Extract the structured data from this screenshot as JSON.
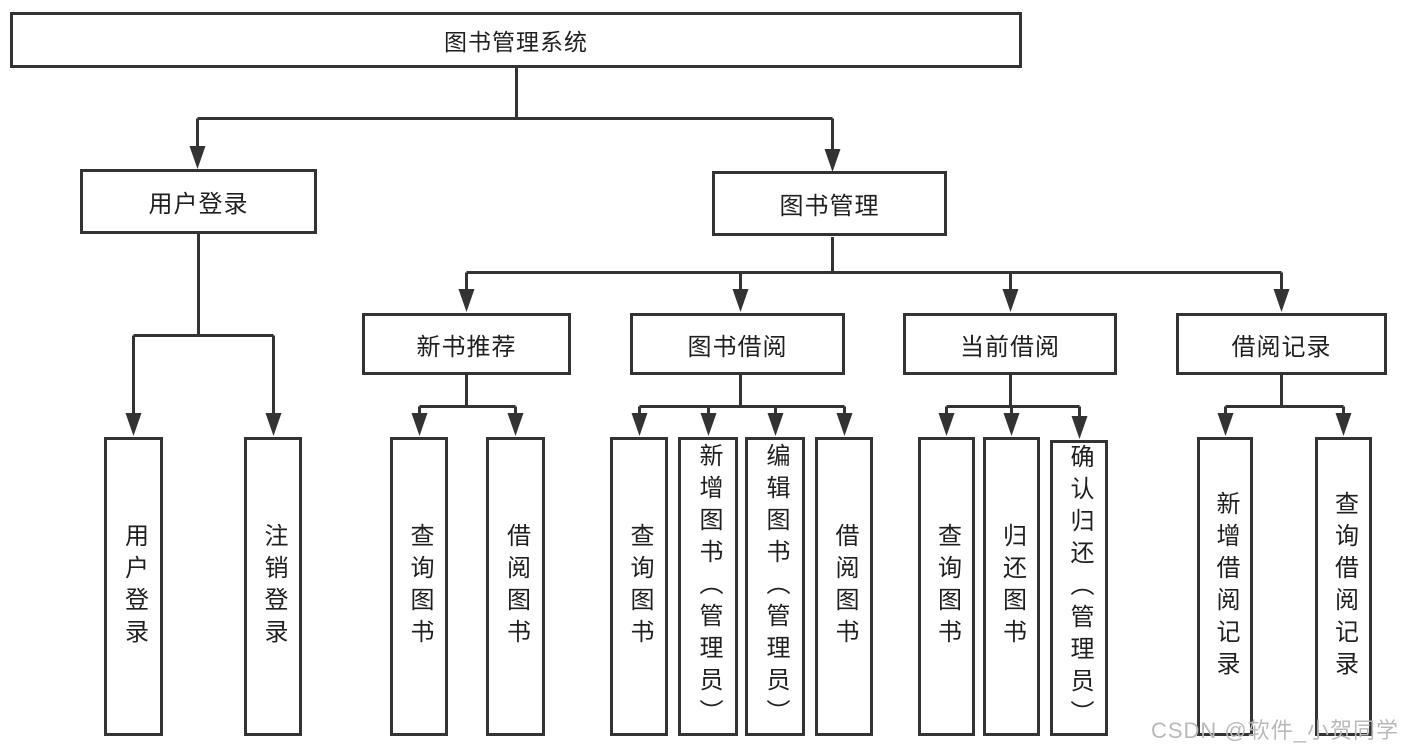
{
  "diagram": {
    "root_label": "图书管理系统",
    "level2": [
      {
        "label": "用户登录",
        "children": [
          {
            "label": "用户登录"
          },
          {
            "label": "注销登录"
          }
        ]
      },
      {
        "label": "图书管理",
        "children": [
          {
            "label": "新书推荐",
            "children": [
              {
                "label": "查询图书"
              },
              {
                "label": "借阅图书"
              }
            ]
          },
          {
            "label": "图书借阅",
            "children": [
              {
                "label": "查询图书"
              },
              {
                "label": "新增图书（管理员）"
              },
              {
                "label": "编辑图书（管理员）"
              },
              {
                "label": "借阅图书"
              }
            ]
          },
          {
            "label": "当前借阅",
            "children": [
              {
                "label": "查询图书"
              },
              {
                "label": "归还图书"
              },
              {
                "label": "确认归还（管理员）"
              }
            ]
          },
          {
            "label": "借阅记录",
            "children": [
              {
                "label": "新增借阅记录"
              },
              {
                "label": "查询借阅记录"
              }
            ]
          }
        ]
      }
    ],
    "watermark": "CSDN @软件_小贺同学",
    "colors": {
      "line": "#333333",
      "text": "#1f1f1f",
      "watermark": "#b9b9b9",
      "background": "#ffffff"
    }
  }
}
